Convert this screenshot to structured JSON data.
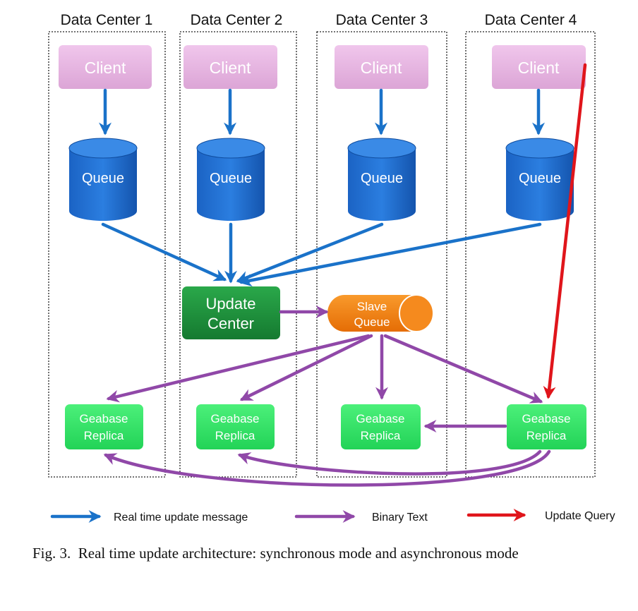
{
  "data_centers": [
    "Data Center 1",
    "Data Center 2",
    "Data Center 3",
    "Data Center 4"
  ],
  "nodes": {
    "client": "Client",
    "queue": "Queue",
    "update_center": [
      "Update",
      "Center"
    ],
    "slave_queue": [
      "Slave",
      "Queue"
    ],
    "replica": [
      "Geabase",
      "Replica"
    ]
  },
  "legend": {
    "realtime": "Real time update message",
    "binary": "Binary Text",
    "query": "Update Query"
  },
  "colors": {
    "client_fill": "#e6b3e0",
    "queue_fill": "#1565c0",
    "update_center_fill": "#1e8a3a",
    "slave_queue_fill": "#f07d0c",
    "replica_fill": "#33e866",
    "blue_arrow": "#1a72c9",
    "purple_arrow": "#9048a8",
    "red_arrow": "#e0151b"
  },
  "caption": {
    "label": "Fig. 3.",
    "text": "Real time update architecture: synchronous mode and asynchronous mode"
  }
}
